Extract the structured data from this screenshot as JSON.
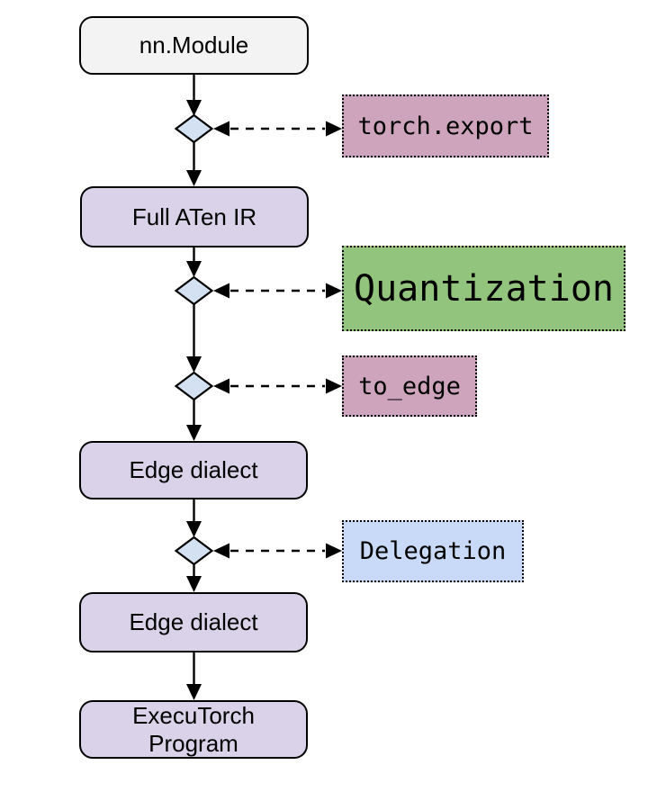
{
  "diagram": {
    "nodes": [
      {
        "id": "nn-module",
        "label": "nn.Module",
        "fill": "#f3f3f3"
      },
      {
        "id": "full-aten-ir",
        "label": "Full ATen IR",
        "fill": "#d9d2e9"
      },
      {
        "id": "edge-dialect-1",
        "label": "Edge dialect",
        "fill": "#d9d2e9"
      },
      {
        "id": "edge-dialect-2",
        "label": "Edge dialect",
        "fill": "#d9d2e9"
      },
      {
        "id": "executorch-program",
        "label": "ExecuTorch\nProgram",
        "fill": "#d9d2e9"
      }
    ],
    "operations": [
      {
        "id": "torch-export",
        "label": "torch.export",
        "fill": "#cda4bc"
      },
      {
        "id": "quantization",
        "label": "Quantization",
        "fill": "#93c47d"
      },
      {
        "id": "to-edge",
        "label": "to_edge",
        "fill": "#cda4bc"
      },
      {
        "id": "delegation",
        "label": "Delegation",
        "fill": "#c9daf8"
      }
    ],
    "colors": {
      "stroke": "#000000",
      "diamond_fill": "#d3e1f3",
      "background": "#ffffff"
    }
  }
}
